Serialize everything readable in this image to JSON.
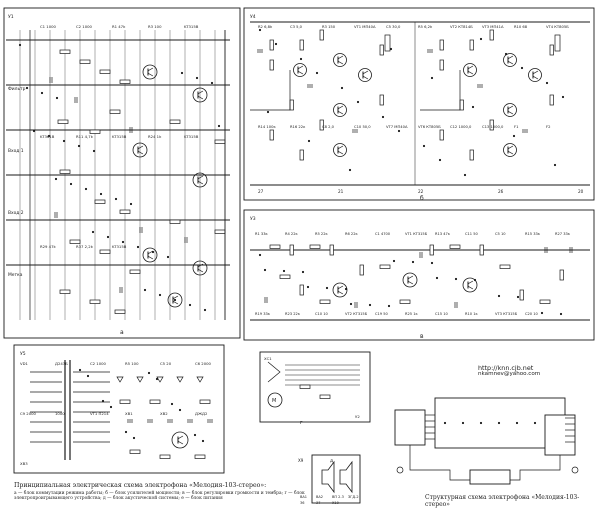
{
  "site": {
    "url": "http://knn.cjb.net",
    "email": "nkamnev@yahoo.com"
  },
  "captions": {
    "main": "Принципиальная электрическая схема электрофона «Мелодия-103-стерео»:",
    "legend": "а — блок коммутации режима работы; б — блок усилителей мощности; в — блок регулировки громкости и тембра; г — блок электропроигрывающего устройства; д — блок акустической системы; е — блок питания",
    "structural": "Структурная схема электрофона «Мелодия-103-стерео»"
  },
  "panels": {
    "a": {
      "letter": "а",
      "id": "У1"
    },
    "b": {
      "letter": "б",
      "id": "У4"
    },
    "v": {
      "letter": "в",
      "id": "У3"
    },
    "g": {
      "letter": "г",
      "id": "У2"
    },
    "e": {
      "letter": "е",
      "id": "У5"
    },
    "d": {
      "letter": "д",
      "id": "Х9"
    }
  },
  "labels": {
    "a_parts": [
      "C1 1000",
      "C2 1000",
      "R1 47k",
      "R3 100",
      "KT315B",
      "KT361B",
      "R11 4,7k",
      "KT315B",
      "R24 1k",
      "KT315B",
      "R29 47k",
      "R37 2,2k",
      "KT315B"
    ],
    "a_inputs": [
      "Фильтр",
      "Вход 1",
      "Вход 2",
      "Метка"
    ],
    "b_parts": [
      "R2 6,8k",
      "C3 5,0",
      "R3 150",
      "VT1 MП40А",
      "C5 30,0",
      "R5 6,2k",
      "VT2 КТ814Б",
      "VT3 МП41А",
      "R10 68",
      "VT4 КТ805Б",
      "R14 100к",
      "R16 22к",
      "C8 2,0",
      "C10 50,0",
      "VT7 МП40А",
      "VT6 КТ805Б",
      "C12 1000,0",
      "C13 1000,0",
      "F1",
      "F2"
    ],
    "b_pins": [
      "27",
      "21",
      "22",
      "26",
      "20"
    ],
    "v_parts": [
      "R1 33к",
      "R4 22к",
      "R5 22к",
      "R6 22к",
      "C1 4700",
      "VT1 КТ315Б",
      "R13 47к",
      "C11 50",
      "C5 10",
      "R15 33к",
      "R27 33к",
      "R19 33к",
      "R23 22к",
      "C10 10",
      "VT2 КТ315Б",
      "C19 50",
      "R25 1к",
      "C15 10",
      "R10 1к",
      "VT3 КТ315Б",
      "C20 10"
    ],
    "e_parts": [
      "VD1",
      "Д243Б",
      "C2 1000",
      "R5 100",
      "C5 20",
      "C6 2000",
      "C9 2000",
      "1000",
      "VT1 П214",
      "ХВ1",
      "ХВ2",
      "ДЖД2",
      "ХВ3"
    ],
    "g_parts": [
      "ХС1",
      "М",
      "R1",
      "R2",
      "У2"
    ],
    "d_parts": [
      "ВА1",
      "ВА2",
      "ВП 2-3",
      "ЗГД-2",
      "36",
      "37",
      "Х10"
    ]
  }
}
